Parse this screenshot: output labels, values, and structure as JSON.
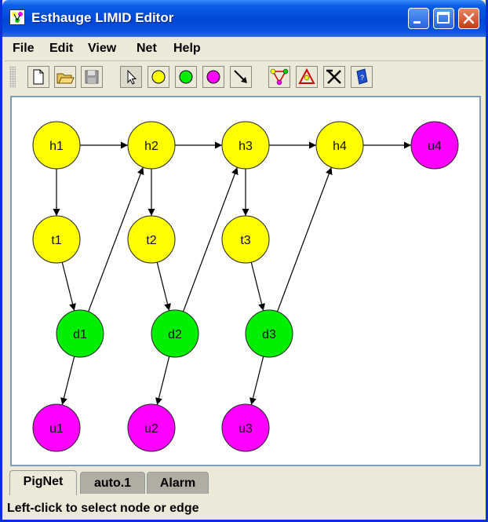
{
  "window": {
    "title": "Esthauge LIMID Editor",
    "controls": [
      "minimize",
      "maximize",
      "close"
    ]
  },
  "menu": [
    "File",
    "Edit",
    "View",
    "Net",
    "Help"
  ],
  "toolbar": {
    "tools": [
      {
        "name": "new-icon"
      },
      {
        "name": "open-folder-icon"
      },
      {
        "name": "save-icon"
      },
      {
        "name": "select-arrow-icon"
      },
      {
        "name": "chance-node-icon",
        "color": "#ffff00"
      },
      {
        "name": "decision-node-icon",
        "color": "#00ee00"
      },
      {
        "name": "utility-node-icon",
        "color": "#ff00ff"
      },
      {
        "name": "edge-tool-icon"
      },
      {
        "name": "triangulate-icon"
      },
      {
        "name": "propagate-icon"
      },
      {
        "name": "solve-icon"
      },
      {
        "name": "help-book-icon"
      }
    ]
  },
  "network": {
    "colors": {
      "chance": "#ffff00",
      "decision": "#00ee00",
      "utility": "#ff00ff"
    },
    "nodes": [
      {
        "id": "h1",
        "type": "chance"
      },
      {
        "id": "h2",
        "type": "chance"
      },
      {
        "id": "h3",
        "type": "chance"
      },
      {
        "id": "h4",
        "type": "chance"
      },
      {
        "id": "u4",
        "type": "utility"
      },
      {
        "id": "t1",
        "type": "chance"
      },
      {
        "id": "t2",
        "type": "chance"
      },
      {
        "id": "t3",
        "type": "chance"
      },
      {
        "id": "d1",
        "type": "decision"
      },
      {
        "id": "d2",
        "type": "decision"
      },
      {
        "id": "d3",
        "type": "decision"
      },
      {
        "id": "u1",
        "type": "utility"
      },
      {
        "id": "u2",
        "type": "utility"
      },
      {
        "id": "u3",
        "type": "utility"
      }
    ],
    "edges": [
      [
        "h1",
        "h2"
      ],
      [
        "h2",
        "h3"
      ],
      [
        "h3",
        "h4"
      ],
      [
        "h4",
        "u4"
      ],
      [
        "h1",
        "t1"
      ],
      [
        "h2",
        "t2"
      ],
      [
        "h3",
        "t3"
      ],
      [
        "t1",
        "d1"
      ],
      [
        "t2",
        "d2"
      ],
      [
        "t3",
        "d3"
      ],
      [
        "d1",
        "h2"
      ],
      [
        "d2",
        "h3"
      ],
      [
        "d3",
        "h4"
      ],
      [
        "d1",
        "u1"
      ],
      [
        "d2",
        "u2"
      ],
      [
        "d3",
        "u3"
      ]
    ]
  },
  "tabs": [
    {
      "label": "PigNet",
      "selected": true
    },
    {
      "label": "auto.1",
      "selected": false
    },
    {
      "label": "Alarm",
      "selected": false
    }
  ],
  "status": "Left-click to select node or edge"
}
